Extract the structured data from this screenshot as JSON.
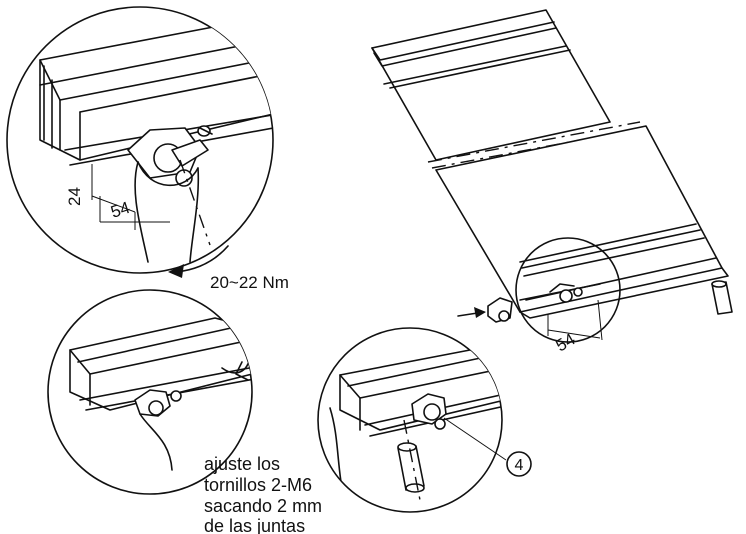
{
  "labels": {
    "torque": "20~22 Nm",
    "dim_24": "24",
    "dim_54_top": "54",
    "dim_54_panel": "54",
    "part_number": "4"
  },
  "instruction": {
    "line1": "ajuste los",
    "line2": "tornillos 2-M6",
    "line3": "sacando 2 mm",
    "line4": "de las juntas"
  }
}
